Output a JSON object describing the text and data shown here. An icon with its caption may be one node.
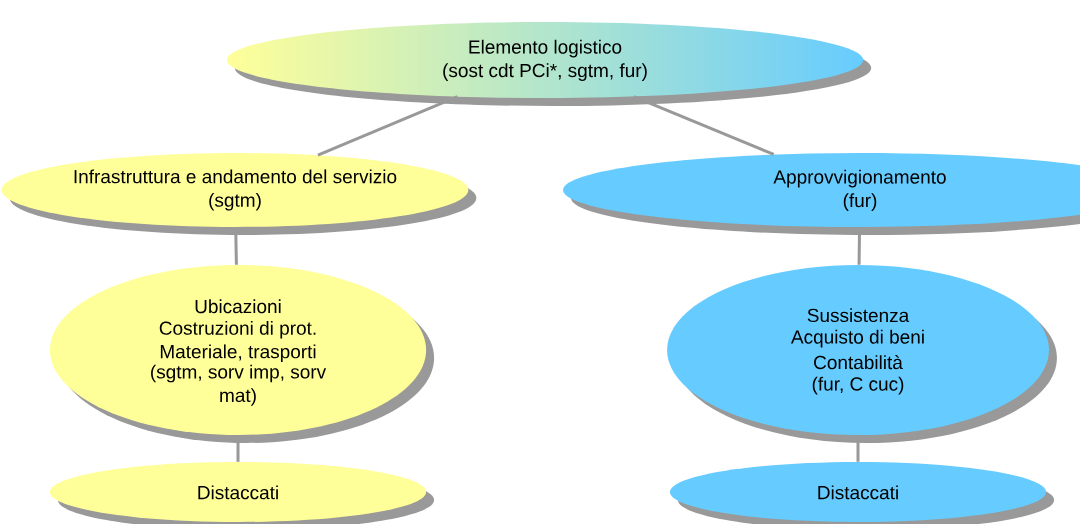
{
  "diagram": {
    "nodes": [
      {
        "text": [
          "Elemento logistico",
          "(sost cdt PCi*, sgtm, fur)"
        ]
      },
      {
        "text": [
          "Infrastruttura e andamento del servizio (sgtm)"
        ]
      },
      {
        "text": [
          "Approvvigionamento",
          "(fur)"
        ]
      },
      {
        "text": [
          "Ubicazioni",
          "Costruzioni di prot.",
          "Materiale, trasporti",
          "(sgtm, sorv imp, sorv mat)"
        ]
      },
      {
        "text": [
          "Sussistenza",
          "Acquisto di beni",
          "Contabilità",
          "(fur, C cuc)"
        ]
      },
      {
        "text": [
          "Distaccati"
        ]
      },
      {
        "text": [
          "Distaccati"
        ]
      }
    ],
    "edges": [
      {
        "from": 0,
        "to": 1,
        "arrow": "none"
      },
      {
        "from": 0,
        "to": 2,
        "arrow": "none"
      },
      {
        "from": 1,
        "to": 3,
        "arrow": "none"
      },
      {
        "from": 2,
        "to": 4,
        "arrow": "none"
      },
      {
        "from": 3,
        "to": 5,
        "arrow": "none"
      },
      {
        "from": 4,
        "to": 6,
        "arrow": "none"
      }
    ]
  }
}
